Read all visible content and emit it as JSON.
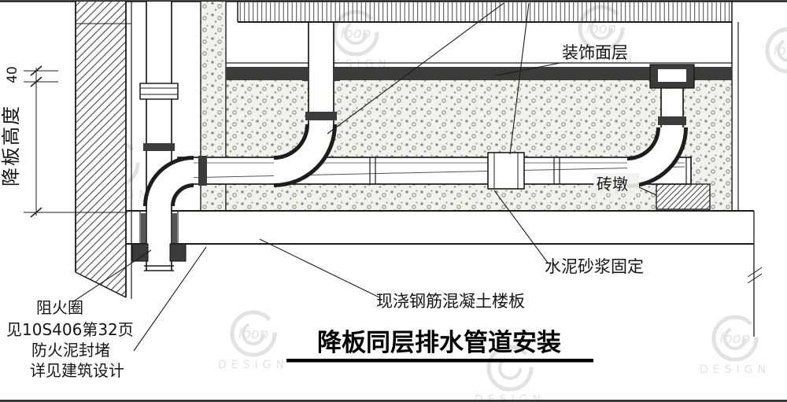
{
  "drawing": {
    "title": "降板同层排水管道安装"
  },
  "labels": {
    "decorative_layer": "装饰面层",
    "brick_pier": "砖墩",
    "cement_mortar_fix": "水泥砂浆固定",
    "concrete_slab": "现浇钢筋混凝土楼板",
    "fire_collar": "阻火圈",
    "fire_collar_ref": "见10S406第32页",
    "fire_seal": "防火泥封堵",
    "fire_seal_ref": "详见建筑设计"
  },
  "dimensions": {
    "drop_height": "降板高度",
    "finish_thickness": "40"
  },
  "watermark": {
    "brand": "loop",
    "word": "DESIGN"
  },
  "colors": {
    "line": "#1c1c1c",
    "dark_fill": "#3b3b3b",
    "fill_background": "#f3f1ec",
    "watermark": "#c7c7c7",
    "paper": "#ffffff"
  }
}
